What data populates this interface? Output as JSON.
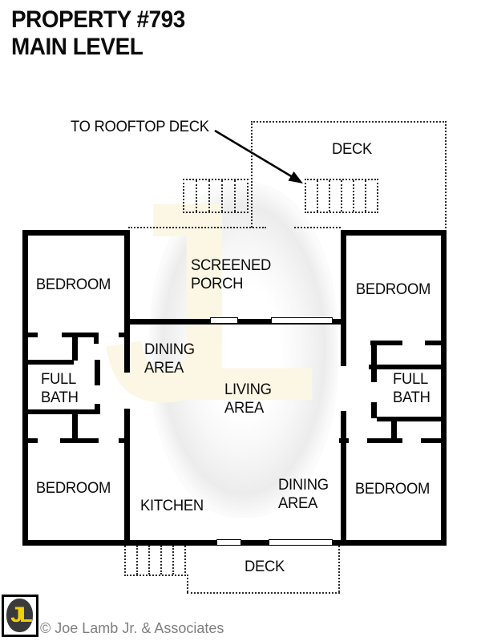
{
  "title": {
    "text": "PROPERTY #793\nMAIN LEVEL"
  },
  "annotations": {
    "rooftop_label": "TO ROOFTOP DECK"
  },
  "rooms": {
    "deck_top": "DECK",
    "screened_porch": "SCREENED\nPORCH",
    "bedroom_tl": "BEDROOM",
    "bedroom_tr": "BEDROOM",
    "bedroom_bl": "BEDROOM",
    "bedroom_br": "BEDROOM",
    "full_bath_left": "FULL\nBATH",
    "full_bath_right": "FULL\nBATH",
    "dining_upper": "DINING\nAREA",
    "living": "LIVING\nAREA",
    "kitchen": "KITCHEN",
    "dining_lower": "DINING\nAREA",
    "deck_bottom": "DECK"
  },
  "watermark": {
    "text": "JL"
  },
  "footer": {
    "logo_text": "JL",
    "copyright": "© Joe Lamb Jr. & Associates"
  },
  "colors": {
    "wall": "#000000",
    "watermark_cream": "#fbf7e4",
    "watermark_gray": "#ececec",
    "logo_yellow": "#f2cf08",
    "logo_dark": "#3a3a3a",
    "copyright_gray": "#7f7f7f"
  }
}
